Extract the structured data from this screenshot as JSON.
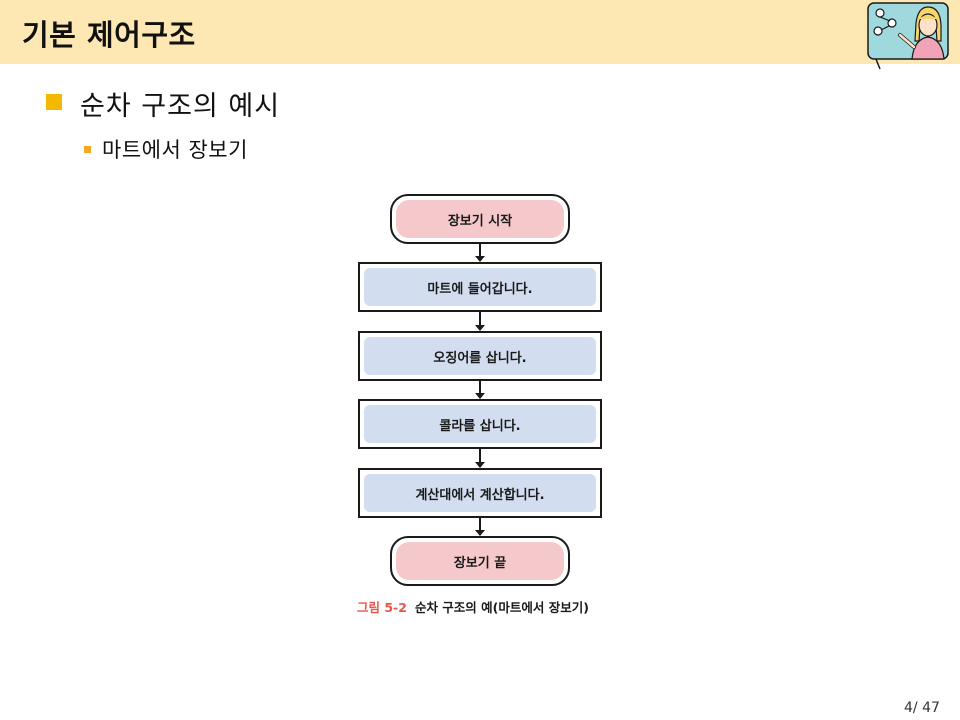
{
  "header": {
    "title": "기본 제어구조"
  },
  "content": {
    "bullet1": "순차 구조의 예시",
    "bullet2": "마트에서 장보기"
  },
  "flowchart": {
    "start": "장보기 시작",
    "steps": [
      "마트에 들어갑니다.",
      "오징어를 삽니다.",
      "콜라를 삽니다.",
      "계산대에서 계산합니다."
    ],
    "end": "장보기 끝"
  },
  "figure": {
    "label": "그림 5-2",
    "caption": "순차 구조의 예(마트에서 장보기)"
  },
  "footer": {
    "page": "4/ 47"
  },
  "colors": {
    "header_bg": "#fde7b3",
    "bullet": "#f5b800",
    "terminal_fill": "#f5c8cb",
    "process_fill": "#d3ddf0",
    "figure_label": "#e8554e"
  }
}
